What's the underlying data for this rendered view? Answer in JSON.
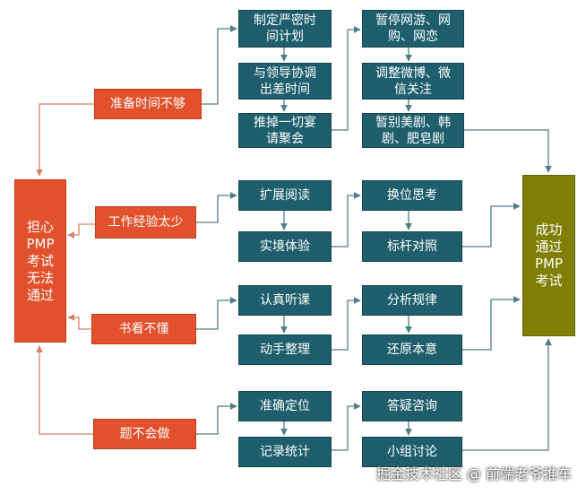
{
  "colors": {
    "cause": "#e2502c",
    "step": "#1f5f6d",
    "goal": "#7f7f06",
    "line_teal": "#4e7f86",
    "line_red": "#d5826a"
  },
  "left": {
    "label": "担心\nPMP\n考试\n无法\n通过"
  },
  "right": {
    "label": "成功\n通过\nPMP\n考试"
  },
  "causes": [
    {
      "label": "准备时间不够"
    },
    {
      "label": "工作经验太少"
    },
    {
      "label": "书看不懂"
    },
    {
      "label": "题不会做"
    }
  ],
  "groups": [
    {
      "col1": [
        "制定严密时\n间计划",
        "与领导协调\n出差时间",
        "推掉一切宴\n请聚会"
      ],
      "col2": [
        "暂停网游、网\n购、网恋",
        "调整微博、微\n信关注",
        "暂别美剧、韩\n剧、肥皂剧"
      ]
    },
    {
      "col1": [
        "扩展阅读",
        "实境体验"
      ],
      "col2": [
        "换位思考",
        "标杆对照"
      ]
    },
    {
      "col1": [
        "认真听课",
        "动手整理"
      ],
      "col2": [
        "分析规律",
        "还原本意"
      ]
    },
    {
      "col1": [
        "准确定位",
        "记录统计"
      ],
      "col2": [
        "答疑咨询",
        "小组讨论"
      ]
    }
  ],
  "watermark": "掘金技术社区 @ 前端老爷推车"
}
